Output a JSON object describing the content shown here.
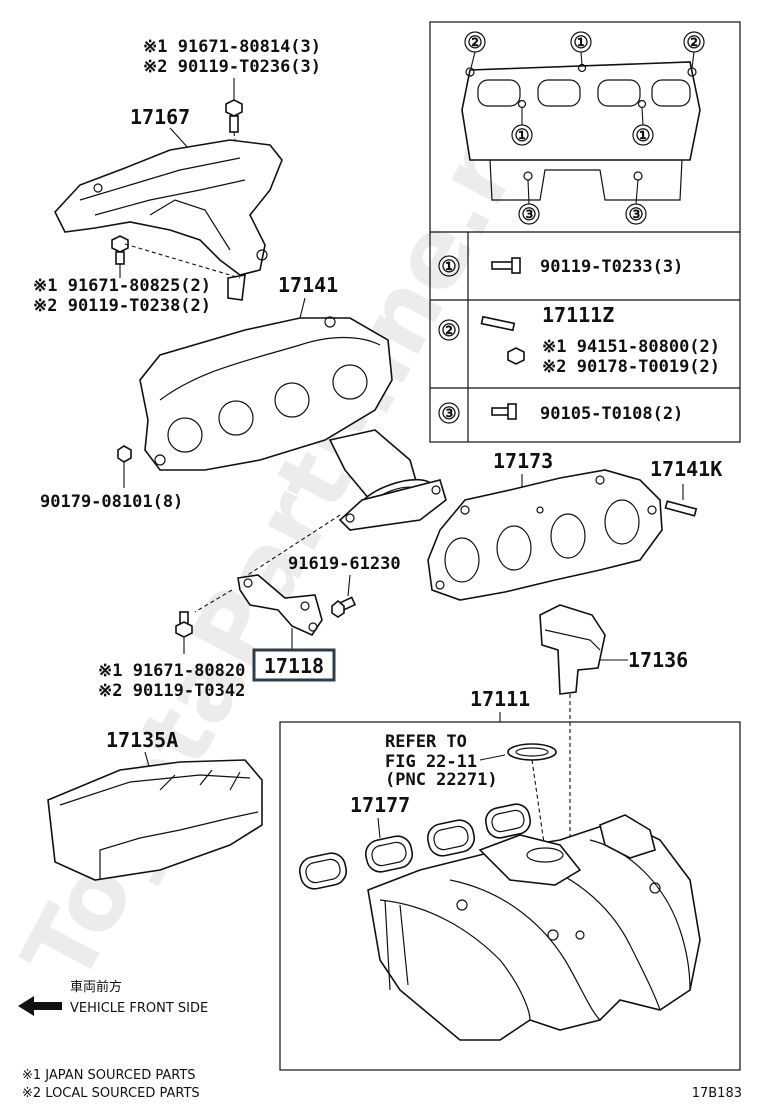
{
  "parts": {
    "p17167": "17167",
    "p17141": "17141",
    "p17173": "17173",
    "p17141K": "17141K",
    "p17118": "17118",
    "p17136": "17136",
    "p17111": "17111",
    "p17135A": "17135A",
    "p17177": "17177",
    "p17111Z": "17111Z"
  },
  "fasteners": {
    "top_bolt": [
      "※1 91671-80814(3)",
      "※2 90119-T0236(3)"
    ],
    "heat_shield_bolt": [
      "※1 91671-80825(2)",
      "※2 90119-T0238(2)"
    ],
    "nut": "90179-08101(8)",
    "bracket_bolt_right": "91619-61230",
    "bracket_bolt_left": [
      "※1 91671-80820",
      "※2 90119-T0342"
    ]
  },
  "inset": {
    "callouts": [
      "①",
      "②",
      "③"
    ],
    "rows": [
      {
        "marker": "①",
        "lines": [
          "90119-T0233(3)"
        ]
      },
      {
        "marker": "②",
        "lines": [
          "17111Z",
          "※1 94151-80800(2)",
          "※2 90178-T0019(2)"
        ]
      },
      {
        "marker": "③",
        "lines": [
          "90105-T0108(2)"
        ]
      }
    ]
  },
  "refer": [
    "REFER TO",
    "FIG 22-11",
    "(PNC 22271)"
  ],
  "direction": {
    "jp": "車両前方",
    "en": "VEHICLE FRONT SIDE"
  },
  "legend": [
    "※1 JAPAN SOURCED PARTS",
    "※2 LOCAL SOURCED PARTS"
  ],
  "figure_id": "17B183",
  "watermark": "ToyotaPartMine.ru"
}
